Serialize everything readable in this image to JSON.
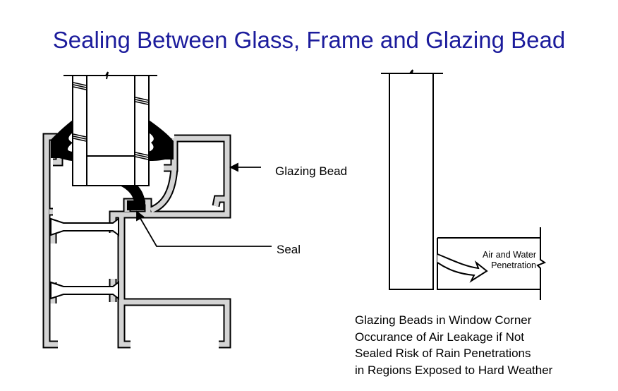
{
  "title": "Sealing Between Glass, Frame and Glazing Bead",
  "labels": {
    "glazing_bead": "Glazing Bead",
    "seal": "Seal",
    "penetration_line1": "Air and Water",
    "penetration_line2": "Penetration"
  },
  "notes": [
    "Glazing Beads in Window Corner",
    "Occurance of Air Leakage if Not",
    "Sealed Risk of Rain Penetrations",
    "in Regions Exposed to Hard Weather"
  ],
  "colors": {
    "title": "#1c1c9c",
    "profile_fill": "#d4d4d4"
  }
}
